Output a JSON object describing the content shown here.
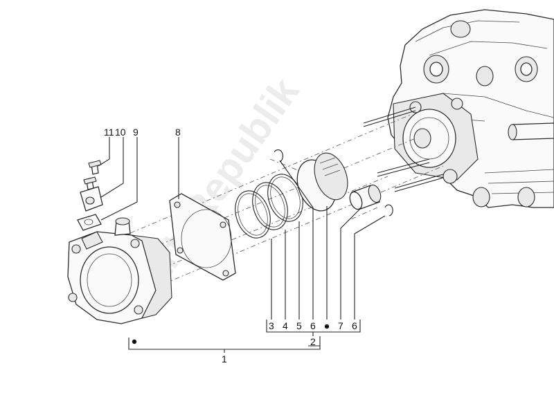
{
  "watermark": "PartsRepublik",
  "callouts": {
    "c11": "11",
    "c10": "10",
    "c9": "9",
    "c8": "8",
    "b3": "3",
    "b4": "4",
    "b5": "5",
    "b6a": "6",
    "b7": "7",
    "b6b": "6",
    "group2": "2",
    "group1": "1"
  }
}
